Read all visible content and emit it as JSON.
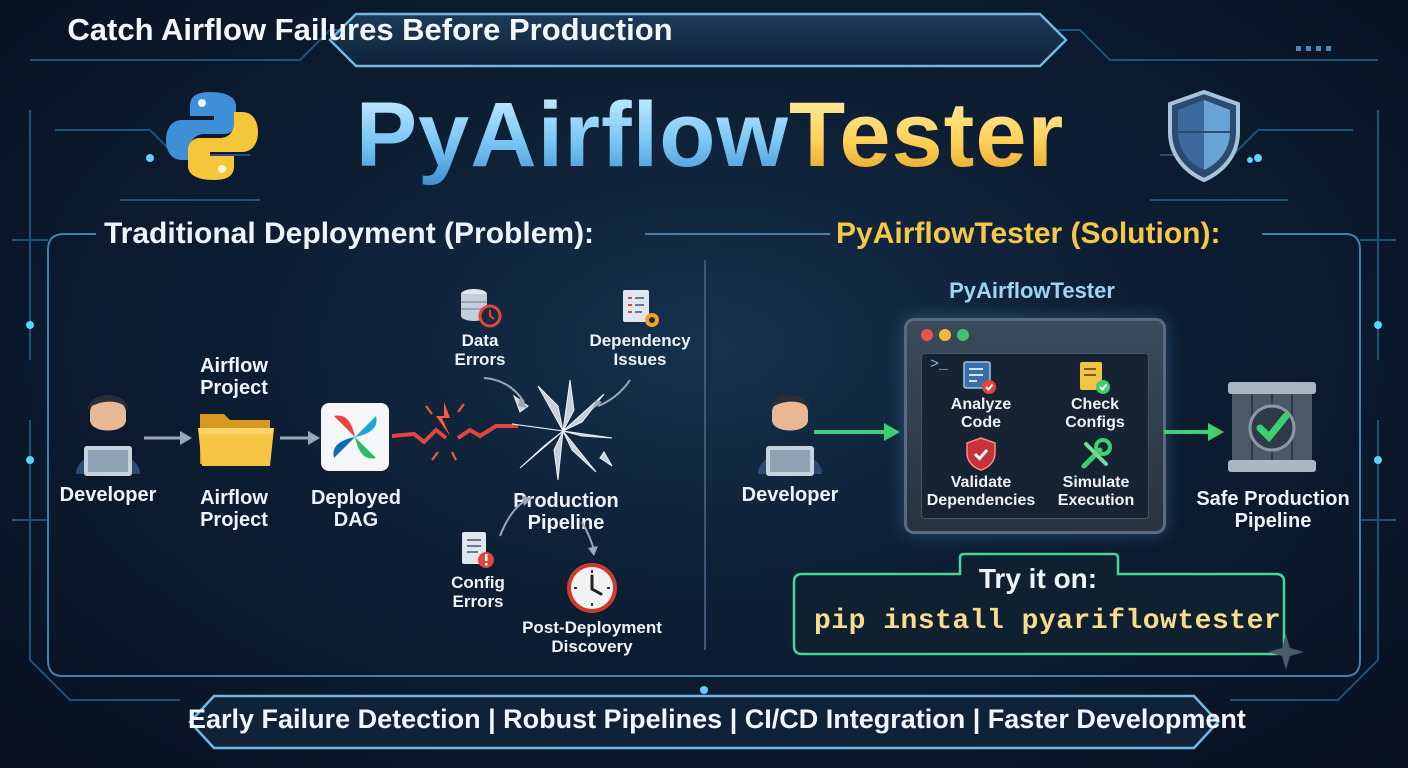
{
  "header": {
    "banner": "Catch Airflow Failures Before Production",
    "title_part1": "PyAirflow",
    "title_part2": "Tester"
  },
  "left_panel": {
    "title": "Traditional Deployment (Problem):",
    "developer": "Developer",
    "project_top": "Airflow\nProject",
    "project_bottom": "Airflow\nProject",
    "deployed_dag": "Deployed\nDAG",
    "production_pipeline": "Production\nPipeline",
    "data_errors": "Data\nErrors",
    "dependency_issues": "Dependency\nIssues",
    "config_errors": "Config\nErrors",
    "post_deployment": "Post-Deployment\nDiscovery"
  },
  "right_panel": {
    "title": "PyAirflowTester (Solution):",
    "app_title": "PyAirflowTester",
    "developer": "Developer",
    "checks": {
      "analyze": "Analyze\nCode",
      "configs": "Check\nConfigs",
      "validate": "Validate\nDependencies",
      "simulate": "Simulate\nExecution"
    },
    "safe_pipeline": "Safe Production\nPipeline",
    "try_label": "Try it on:",
    "install_cmd": "pip install pyariflowtester"
  },
  "footer": {
    "text": "Early Failure Detection | Robust Pipelines | CI/CD Integration |  Faster Development"
  },
  "colors": {
    "accent_blue": "#7cc8f5",
    "accent_gold": "#f5c84a",
    "success_green": "#3ecf6e",
    "error_red": "#e0463c",
    "circuit_line": "#2a6a96"
  }
}
